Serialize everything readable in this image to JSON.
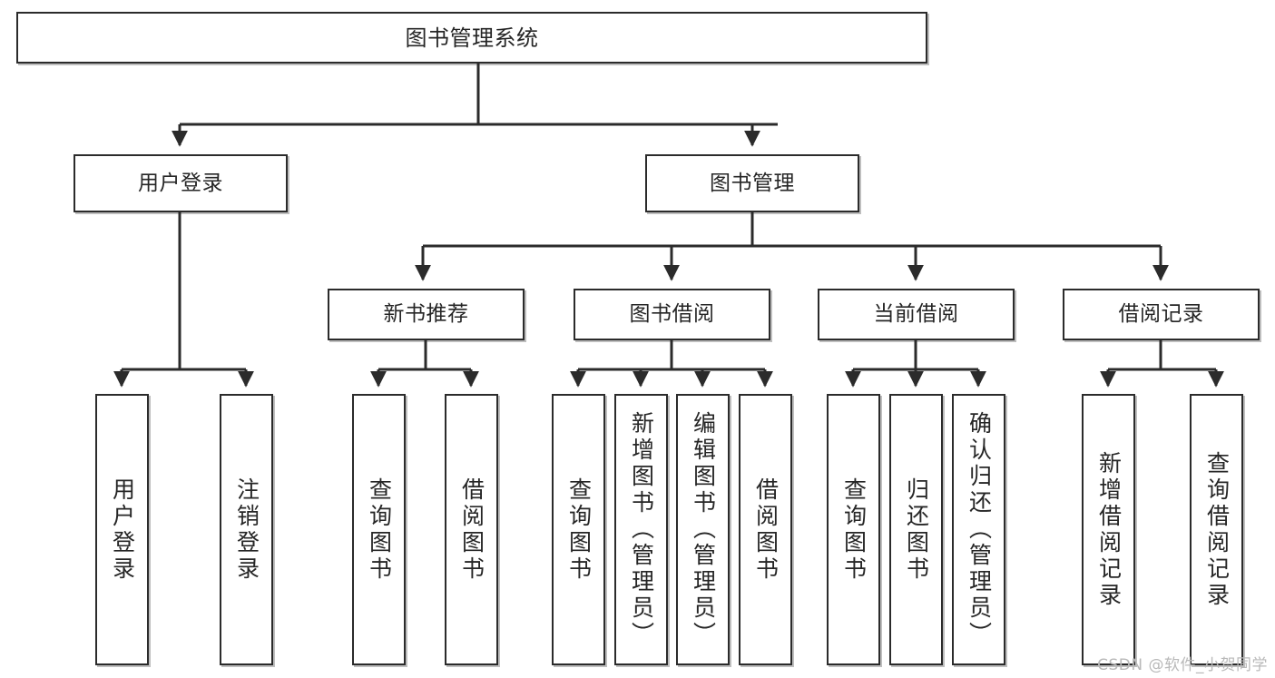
{
  "diagram": {
    "title": "图书管理系统",
    "type": "tree",
    "stroke_color": "#2b2b2b",
    "fill_color": "#ffffff",
    "text_color": "#262626"
  },
  "nodes": {
    "root": {
      "label": "图书管理系统"
    },
    "level2": [
      {
        "label": "用户登录"
      },
      {
        "label": "图书管理"
      }
    ],
    "level3": [
      {
        "label": "新书推荐"
      },
      {
        "label": "图书借阅"
      },
      {
        "label": "当前借阅"
      },
      {
        "label": "借阅记录"
      }
    ],
    "leaves": {
      "user_login": [
        {
          "label": "用户登录"
        },
        {
          "label": "注销登录"
        }
      ],
      "new_book": [
        {
          "label": "查询图书"
        },
        {
          "label": "借阅图书"
        }
      ],
      "book_borrow": [
        {
          "label": "查询图书"
        },
        {
          "label": "新增图书（管理员）"
        },
        {
          "label": "编辑图书（管理员）"
        },
        {
          "label": "借阅图书"
        }
      ],
      "current_borrow": [
        {
          "label": "查询图书"
        },
        {
          "label": "归还图书"
        },
        {
          "label": "确认归还（管理员）"
        }
      ],
      "borrow_record": [
        {
          "label": "新增借阅记录"
        },
        {
          "label": "查询借阅记录"
        }
      ]
    }
  },
  "watermark": {
    "text": "CSDN @软件_小贺同学"
  }
}
